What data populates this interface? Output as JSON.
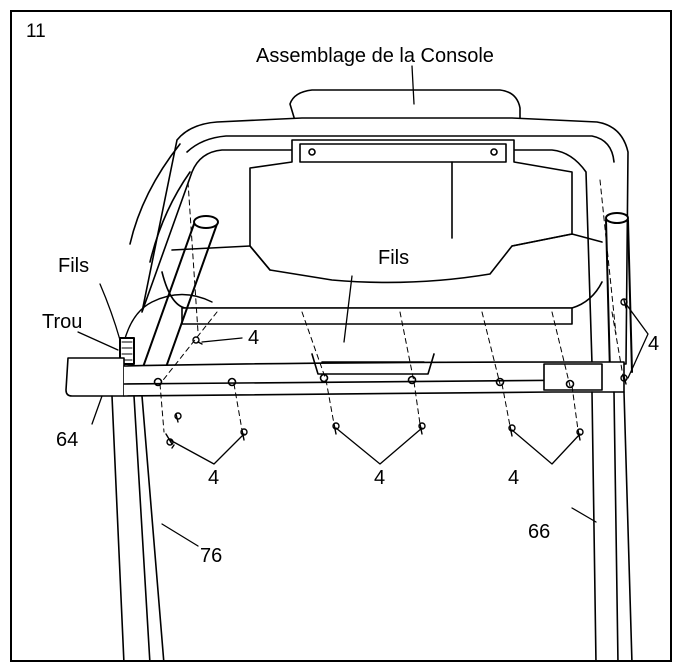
{
  "step_number": "11",
  "labels": {
    "console_assembly": "Assemblage de la Console",
    "wires_left": "Fils",
    "wires_center": "Fils",
    "hole": "Trou",
    "part_4_a": "4",
    "part_4_b": "4",
    "part_4_c": "4",
    "part_4_d": "4",
    "part_4_e": "4",
    "part_64": "64",
    "part_76": "76",
    "part_66": "66"
  },
  "colors": {
    "line": "#000000",
    "background": "#ffffff"
  }
}
